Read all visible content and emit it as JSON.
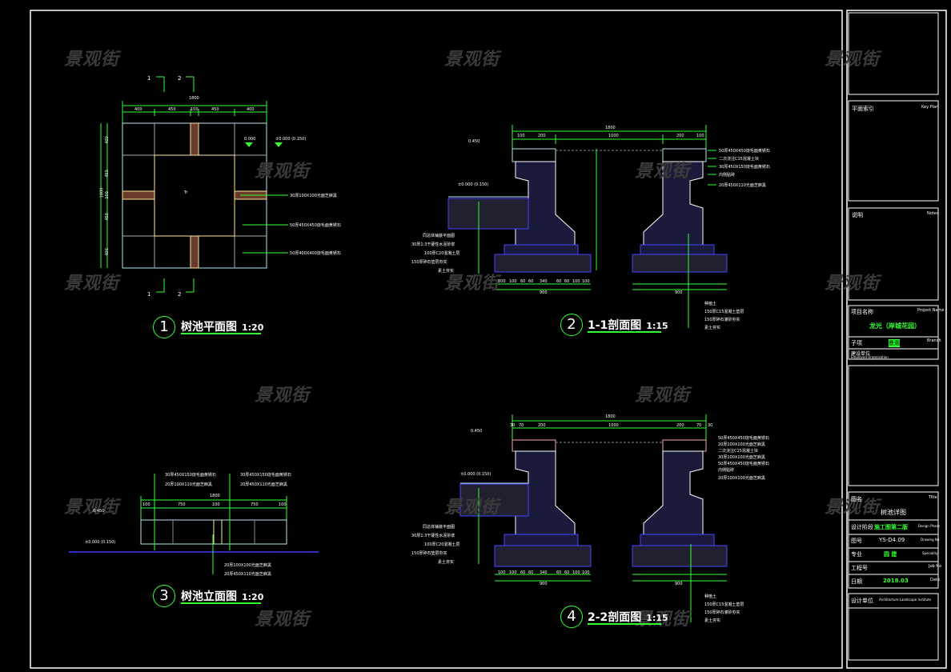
{
  "watermark": "景观街",
  "colors": {
    "background": "#000000",
    "dimension": "#33ff33",
    "outline": "#ffffff",
    "hatch": "#4444ff",
    "paving": "#ffe8c0",
    "accent_green": "#33ff33"
  },
  "title_block": {
    "key_plan_label": "平面索引",
    "key_plan_en": "Key Plan",
    "notes_label": "说明",
    "notes_en": "Notes",
    "project_name_label": "项目名称",
    "project_name_en": "Project Name",
    "project_name_value": "龙光（岸城花园）",
    "sub_item_label": "子项",
    "sub_item_en": "Branch",
    "sub_item_value": "景观",
    "design_unit_label": "建设单位",
    "design_unit_en": "Employed Organization",
    "drawing_title_label": "图名",
    "drawing_title_en": "Title",
    "drawing_title_value": "树池详图",
    "design_phase_label": "设计阶段",
    "design_phase_en": "Design Phase",
    "design_phase_value": "施工图第二版",
    "drawing_no_label": "图号",
    "drawing_no_en": "Drawing No",
    "drawing_no_value": "YS-D4.09",
    "discipline_label": "专业",
    "discipline_en": "Speciality",
    "discipline_value": "园 建",
    "job_no_label": "工程号",
    "job_no_en": "Job No",
    "date_label": "日期",
    "date_en": "Date",
    "date_value": "2018.03",
    "company_label": "设计单位",
    "company_en": "Architecture Landscape Institute"
  },
  "drawings": [
    {
      "number": "1",
      "title": "树池平面图",
      "scale": "1:20",
      "dims_top": [
        "400",
        "450",
        "100",
        "450",
        "400"
      ],
      "dim_total": "1800",
      "dims_left": [
        "400",
        "450",
        "100",
        "450",
        "400"
      ],
      "section_marks": [
        "1",
        "2"
      ],
      "elevation_marks": [
        "0.000",
        "±0.000 (0.150)"
      ],
      "center_label": "Tr",
      "notes": [
        "30厚100X100光面芝麻黑",
        "50厚450X450烧毛面黄锈石",
        "50厚400X400烧毛面黄锈石"
      ]
    },
    {
      "number": "2",
      "title": "1-1剖面图",
      "scale": "1:15",
      "dims_top": [
        "100",
        "200",
        "1000",
        "200",
        "100"
      ],
      "dim_total": "1800",
      "elevations": [
        "0.450",
        "±0.000 (0.150)"
      ],
      "notes_right": [
        "50厚450X450烧毛面黄锈石",
        "二次浇注C15混凝土块",
        "30厚450X150烧毛面黄锈石",
        "内侧贴砖",
        "20厚450X110光面芝麻黑"
      ],
      "notes_left": [
        "同总体铺装平面图",
        "30厚1:3干硬性水泥砂浆",
        "100厚C20混凝土层",
        "150厚碎石垫层夯实",
        "素土夯实"
      ],
      "notes_bottom": [
        "种植土",
        "150厚C15混凝土垫层",
        "150厚碎石灌砂夯实",
        "素土夯实"
      ],
      "dims_bottom": [
        "100",
        "100",
        "60",
        "60",
        "340",
        "60",
        "60",
        "100",
        "100"
      ],
      "dim_bottom_total": "900"
    },
    {
      "number": "3",
      "title": "树池立面图",
      "scale": "1:20",
      "dims_top": [
        "100",
        "750",
        "100",
        "750",
        "100"
      ],
      "dim_total": "1800",
      "elevations": [
        "0.450",
        "±0.000 (0.150)"
      ],
      "notes_top": [
        "30厚450X150烧毛面黄锈石",
        "20厚100X110光面芝麻黑",
        "30厚450X150烧毛面黄锈石",
        "20厚450X110光面芝麻黑"
      ],
      "notes_bottom": [
        "20厚100X100光面芝麻黑",
        "20厚450X110光面芝麻黑"
      ]
    },
    {
      "number": "4",
      "title": "2-2剖面图",
      "scale": "1:15",
      "dims_top": [
        "30",
        "70",
        "200",
        "1000",
        "200",
        "70",
        "30"
      ],
      "dim_total": "1800",
      "elevations": [
        "0.450",
        "±0.000 (0.150)"
      ],
      "notes_right": [
        "50厚450X450烧毛面黄锈石",
        "20厚100X100光面芝麻黑",
        "二次浇注C15混凝土块",
        "30厚100X100光面芝麻黑",
        "50厚450X450烧毛面黄锈石",
        "内侧贴砖",
        "20厚100X100光面芝麻黑"
      ],
      "notes_left": [
        "同总体铺装平面图",
        "30厚1:3干硬性水泥砂浆",
        "100厚C20混凝土层",
        "150厚碎石垫层夯实",
        "素土夯实"
      ],
      "notes_bottom": [
        "种植土",
        "150厚C15混凝土垫层",
        "150厚碎石灌砂夯实",
        "素土夯实"
      ],
      "dims_bottom": [
        "100",
        "100",
        "60",
        "60",
        "340",
        "60",
        "60",
        "100",
        "100"
      ],
      "dim_bottom_total": "900"
    }
  ]
}
